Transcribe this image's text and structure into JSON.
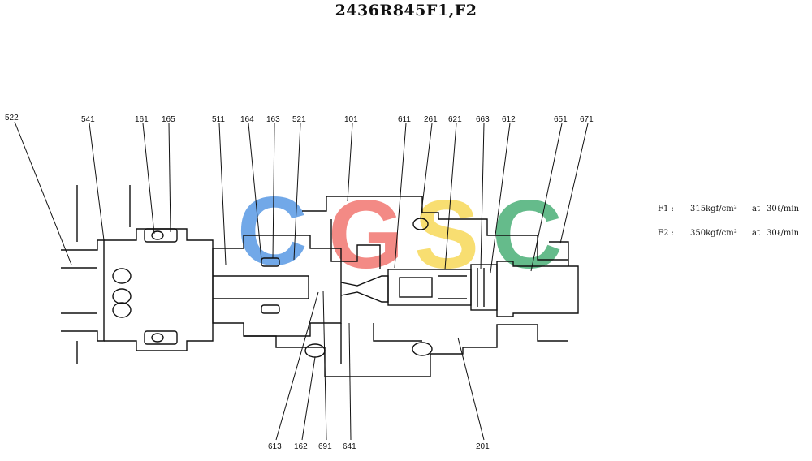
{
  "title": "2436R845F1,F2",
  "watermark": {
    "letters": [
      "C",
      "G",
      "S",
      "C"
    ],
    "colors": [
      "#4a90e2",
      "#f06a63",
      "#f7d54a",
      "#3aa86b"
    ]
  },
  "labels_top": [
    "522",
    "541",
    "161",
    "165",
    "511",
    "164",
    "163",
    "521",
    "101",
    "611",
    "261",
    "621",
    "663",
    "612",
    "651",
    "671"
  ],
  "labels_bottom": [
    "613",
    "162",
    "691",
    "641",
    "201"
  ],
  "specs": [
    {
      "key": "F1 :",
      "value": "315kgf/cm²",
      "at": "at",
      "flow": "30ℓ/min"
    },
    {
      "key": "F2 :",
      "value": "350kgf/cm²",
      "at": "at",
      "flow": "30ℓ/min"
    }
  ]
}
